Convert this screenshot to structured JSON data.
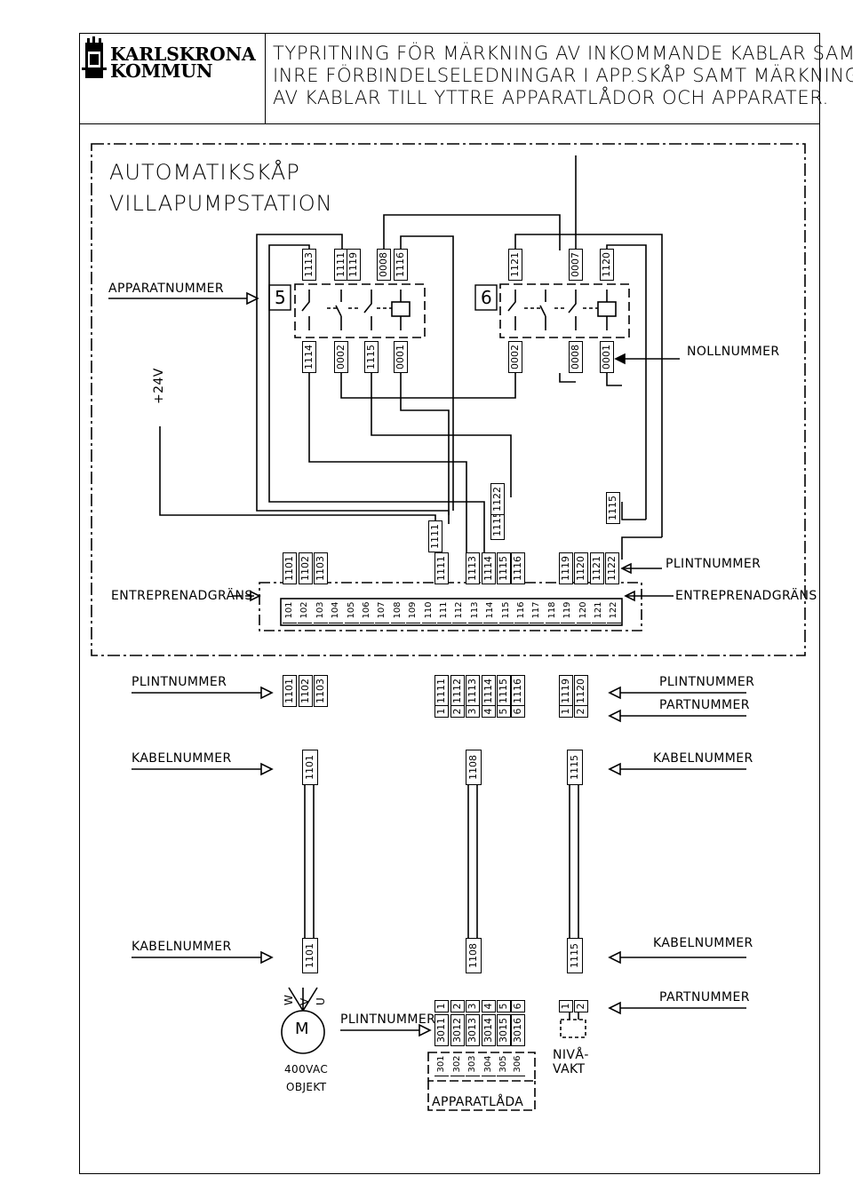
{
  "header": {
    "logo_line1": "KARLSKRONA",
    "logo_line2": "KOMMUN",
    "title_lines": [
      "TYPRITNING FÖR MÄRKNING AV INKOMMANDE KABLAR SAMT",
      "INRE FÖRBINDELSELEDNINGAR I APP.SKÅP SAMT MÄRKNING",
      "AV KABLAR TILL YTTRE APPARATLÅDOR OCH APPARATER."
    ]
  },
  "cabinet": {
    "title_line1": "AUTOMATIKSKÅP",
    "title_line2": "VILLAPUMPSTATION",
    "apparatnummer_label": "APPARATNUMMER",
    "nollnummer_label": "NOLLNUMMER",
    "voltage_label": "+24V",
    "relay_a": "5",
    "relay_b": "6",
    "relay5_top": [
      "1113",
      "1111",
      "1119",
      "0008",
      "1116"
    ],
    "relay5_bottom": [
      "1114",
      "0002",
      "1115",
      "0001"
    ],
    "relay6_top": [
      "1121",
      "0007",
      "1120"
    ],
    "relay6_bottom": [
      "0002",
      "0008",
      "0001"
    ],
    "mid_markers": [
      "1111",
      "1115",
      "1122",
      "1115"
    ],
    "plint_top_markers": [
      "1101",
      "1102",
      "1103",
      "1111",
      "1113",
      "1114",
      "1115",
      "1116",
      "1119",
      "1120",
      "1121",
      "1122"
    ],
    "terminals": [
      "101",
      "102",
      "103",
      "104",
      "105",
      "106",
      "107",
      "108",
      "109",
      "110",
      "111",
      "112",
      "113",
      "114",
      "115",
      "116",
      "117",
      "118",
      "119",
      "120",
      "121",
      "122"
    ],
    "plintnummer_label": "PLINTNUMMER",
    "entreprenadgrans_left": "ENTREPRENADGRÄNS",
    "entreprenadgrans_right": "ENTREPRENADGRÄNS"
  },
  "field": {
    "plintnummer_left": "PLINTNUMMER",
    "plintnummer_right": "PLINTNUMMER",
    "partnummer_right": "PARTNUMMER",
    "kabelnummer_left": "KABELNUMMER",
    "kabelnummer_right": "KABELNUMMER",
    "kabelnummer_left2": "KABELNUMMER",
    "kabelnummer_right2": "KABELNUMMER",
    "partnummer_right2": "PARTNUMMER",
    "plintnummer_mid": "PLINTNUMMER",
    "cable_a_wires": [
      "1101",
      "1102",
      "1103"
    ],
    "cable_b_wires": [
      "1111",
      "1112",
      "1113",
      "1114",
      "1115",
      "1116"
    ],
    "cable_b_parts": [
      "1",
      "2",
      "3",
      "4",
      "5",
      "6"
    ],
    "cable_c_wires": [
      "1119",
      "1120"
    ],
    "cable_c_parts": [
      "1",
      "2"
    ],
    "cable_a": "1101",
    "cable_b": "1108",
    "cable_c": "1115",
    "motor_phases": [
      "W",
      "V",
      "U"
    ],
    "motor_symbol": "M",
    "motor_text1": "400VAC",
    "motor_text2": "OBJEKT",
    "box_parts": [
      "1",
      "2",
      "3",
      "4",
      "5",
      "6"
    ],
    "box_wires": [
      "3011",
      "3012",
      "3013",
      "3014",
      "3015",
      "3016"
    ],
    "box_terminals": [
      "301",
      "302",
      "303",
      "304",
      "305",
      "306"
    ],
    "box_label": "APPARATLÅDA",
    "switch_parts": [
      "1",
      "2"
    ],
    "switch_label1": "NIVÅ-",
    "switch_label2": "VAKT"
  }
}
